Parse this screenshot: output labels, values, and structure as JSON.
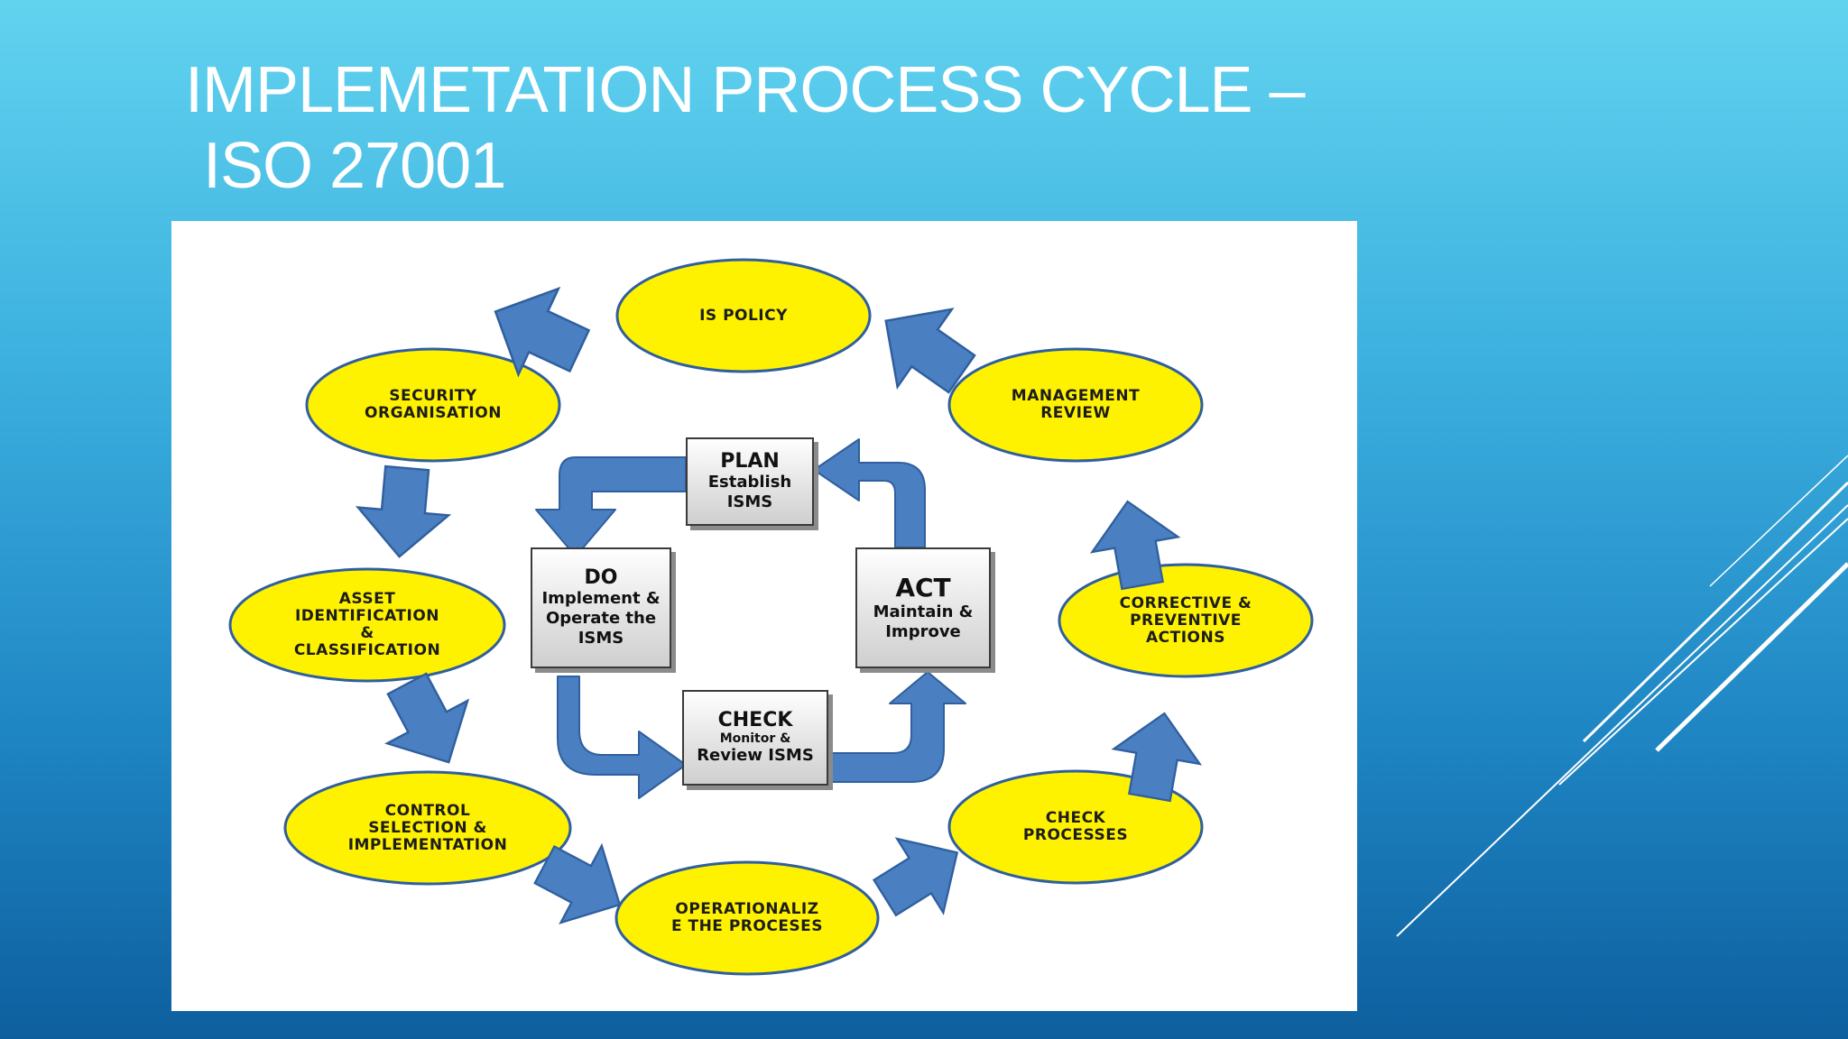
{
  "slide": {
    "title_line1": "IMPLEMETATION PROCESS CYCLE –",
    "title_line2": "ISO 27001"
  },
  "colors": {
    "ellipse_fill": "#fff200",
    "ellipse_stroke": "#2f5f9e",
    "arrow_fill": "#4a7fc1",
    "arrow_stroke": "#2f5f9e"
  },
  "cycle": {
    "is_policy": "IS POLICY",
    "management_review": "MANAGEMENT\nREVIEW",
    "corrective_actions": "CORRECTIVE &\nPREVENTIVE\nACTIONS",
    "check_processes": "CHECK\nPROCESSES",
    "operationalize": "OPERATIONALIZ\nE THE PROCESES",
    "control_selection": "CONTROL\nSELECTION &\nIMPLEMENTATION",
    "asset_identification": "ASSET\nIDENTIFICATION\n&\nCLASSIFICATION",
    "security_organisation": "SECURITY\nORGANISATION"
  },
  "pdca": {
    "plan_title": "PLAN",
    "plan_sub": "Establish\nISMS",
    "do_title": "DO",
    "do_sub": "Implement &\nOperate the\nISMS",
    "check_title": "CHECK",
    "check_small": "Monitor &",
    "check_sub": "Review ISMS",
    "act_title": "ACT",
    "act_sub": "Maintain &\nImprove"
  }
}
